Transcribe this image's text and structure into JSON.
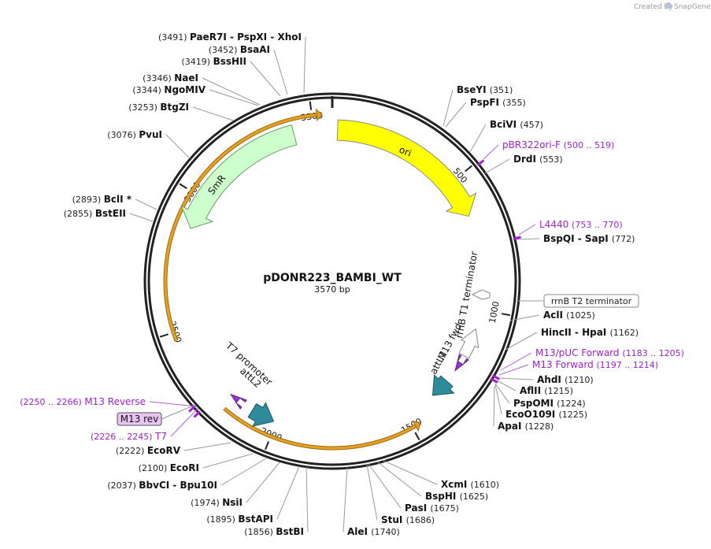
{
  "watermark": {
    "created_by": "Created by",
    "app": "SnapGene"
  },
  "plasmid": {
    "name": "pDONR223_BAMBI_WT",
    "size_label": "3570 bp",
    "length": 3570
  },
  "tick_labels": [
    "500",
    "1000",
    "1500",
    "2000",
    "2500",
    "3000",
    "3500"
  ],
  "features": [
    {
      "label": "ori",
      "color": "#ffff00"
    },
    {
      "label": "SmR",
      "color": "#ccffcc"
    },
    {
      "label": "rrnB T1 terminator",
      "color": "#ffffff"
    },
    {
      "label": "rrnB T2 terminator",
      "color": "#ffffff"
    },
    {
      "label": "attL1",
      "color": "#2f8a9c"
    },
    {
      "label": "attL2",
      "color": "#2f8a9c"
    },
    {
      "label": "M13 fwd",
      "color": "#9b30d9"
    },
    {
      "label": "T7 promoter",
      "color": "#9b30d9"
    }
  ],
  "orf_color": "#e8a020",
  "sites": [
    {
      "pos": "(3491)",
      "name": "PaeR7I  - PspXI  - XhoI"
    },
    {
      "pos": "(3452)",
      "name": "BsaAI"
    },
    {
      "pos": "(3419)",
      "name": "BssHII"
    },
    {
      "pos": "(3346)",
      "name": "NaeI"
    },
    {
      "pos": "(3344)",
      "name": "NgoMIV"
    },
    {
      "pos": "(3253)",
      "name": "BtgZI"
    },
    {
      "pos": "(3076)",
      "name": "PvuI"
    },
    {
      "pos": "(2893)",
      "name": "BclI *"
    },
    {
      "pos": "(2855)",
      "name": "BstEII"
    },
    {
      "pos": "(351)",
      "name": "BseYI"
    },
    {
      "pos": "(355)",
      "name": "PspFI"
    },
    {
      "pos": "(457)",
      "name": "BciVI"
    },
    {
      "pos": "(553)",
      "name": "DrdI"
    },
    {
      "pos": "(772)",
      "name": "BspQI  - SapI"
    },
    {
      "pos": "(1025)",
      "name": "AclI"
    },
    {
      "pos": "(1162)",
      "name": "HincII  - HpaI"
    },
    {
      "pos": "(1210)",
      "name": "AhdI"
    },
    {
      "pos": "(1215)",
      "name": "AflII"
    },
    {
      "pos": "(1224)",
      "name": "PspOMI"
    },
    {
      "pos": "(1225)",
      "name": "EcoO109I"
    },
    {
      "pos": "(1228)",
      "name": "ApaI"
    },
    {
      "pos": "(1610)",
      "name": "XcmI"
    },
    {
      "pos": "(1625)",
      "name": "BspHI"
    },
    {
      "pos": "(1675)",
      "name": "PasI"
    },
    {
      "pos": "(1686)",
      "name": "StuI"
    },
    {
      "pos": "(1740)",
      "name": "AleI"
    },
    {
      "pos": "(1856)",
      "name": "BstBI"
    },
    {
      "pos": "(1895)",
      "name": "BstAPI"
    },
    {
      "pos": "(1974)",
      "name": "NsiI"
    },
    {
      "pos": "(2037)",
      "name": "BbvCI  - Bpu10I"
    },
    {
      "pos": "(2100)",
      "name": "EcoRI"
    },
    {
      "pos": "(2222)",
      "name": "EcoRV"
    }
  ],
  "primers": [
    {
      "name": "pBR322ori-F",
      "range": "(500 .. 519)"
    },
    {
      "name": "L4440",
      "range": "(753 .. 770)"
    },
    {
      "name": "M13/pUC Forward",
      "range": "(1183 .. 1205)"
    },
    {
      "name": "M13 Forward",
      "range": "(1197 .. 1214)"
    },
    {
      "name": "M13 Reverse",
      "range": "(2250 .. 2266)"
    },
    {
      "name": "T7",
      "range": "(2226 .. 2245)"
    }
  ],
  "boxed_labels": {
    "m13_rev": "M13 rev",
    "rrnb_t2": "rrnB T2 terminator"
  }
}
